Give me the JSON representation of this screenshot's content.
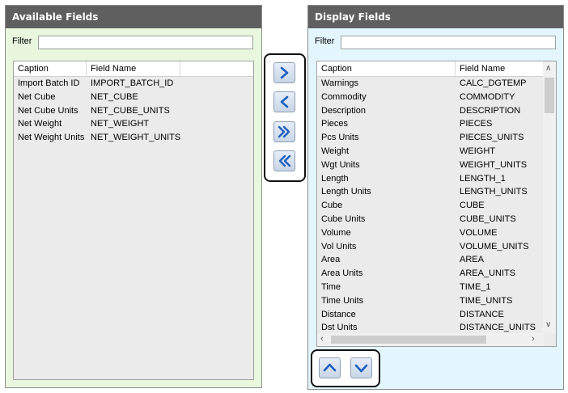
{
  "available": {
    "title": "Available Fields",
    "filter_label": "Filter",
    "filter_value": "",
    "columns": [
      "Caption",
      "Field Name"
    ],
    "rows": [
      {
        "caption": "Import Batch ID",
        "field": "IMPORT_BATCH_ID"
      },
      {
        "caption": "Net Cube",
        "field": "NET_CUBE"
      },
      {
        "caption": "Net Cube Units",
        "field": "NET_CUBE_UNITS"
      },
      {
        "caption": "Net Weight",
        "field": "NET_WEIGHT"
      },
      {
        "caption": "Net Weight Units",
        "field": "NET_WEIGHT_UNITS"
      }
    ]
  },
  "display": {
    "title": "Display Fields",
    "filter_label": "Filter",
    "filter_value": "",
    "columns": [
      "Caption",
      "Field Name"
    ],
    "rows": [
      {
        "caption": "Warnings",
        "field": "CALC_DGTEMP"
      },
      {
        "caption": "Commodity",
        "field": "COMMODITY"
      },
      {
        "caption": "Description",
        "field": "DESCRIPTION"
      },
      {
        "caption": "Pieces",
        "field": "PIECES"
      },
      {
        "caption": "Pcs Units",
        "field": "PIECES_UNITS"
      },
      {
        "caption": "Weight",
        "field": "WEIGHT"
      },
      {
        "caption": "Wgt Units",
        "field": "WEIGHT_UNITS"
      },
      {
        "caption": "Length",
        "field": "LENGTH_1"
      },
      {
        "caption": "Length Units",
        "field": "LENGTH_UNITS"
      },
      {
        "caption": "Cube",
        "field": "CUBE"
      },
      {
        "caption": "Cube Units",
        "field": "CUBE_UNITS"
      },
      {
        "caption": "Volume",
        "field": "VOLUME"
      },
      {
        "caption": "Vol Units",
        "field": "VOLUME_UNITS"
      },
      {
        "caption": "Area",
        "field": "AREA"
      },
      {
        "caption": "Area Units",
        "field": "AREA_UNITS"
      },
      {
        "caption": "Time",
        "field": "TIME_1"
      },
      {
        "caption": "Time Units",
        "field": "TIME_UNITS"
      },
      {
        "caption": "Distance",
        "field": "DISTANCE"
      },
      {
        "caption": "Dst Units",
        "field": "DISTANCE_UNITS"
      }
    ]
  },
  "buttons": {
    "move_right_icon": "chevron-right-icon",
    "move_left_icon": "chevron-left-icon",
    "move_all_right_icon": "double-chevron-right-icon",
    "move_all_left_icon": "double-chevron-left-icon",
    "move_up_icon": "chevron-up-icon",
    "move_down_icon": "chevron-down-icon"
  },
  "colors": {
    "header_bg": "#5f5f5f",
    "available_bg": "#e8f7dd",
    "display_bg": "#e3f6fd",
    "arrow_color": "#1f5fbf"
  }
}
